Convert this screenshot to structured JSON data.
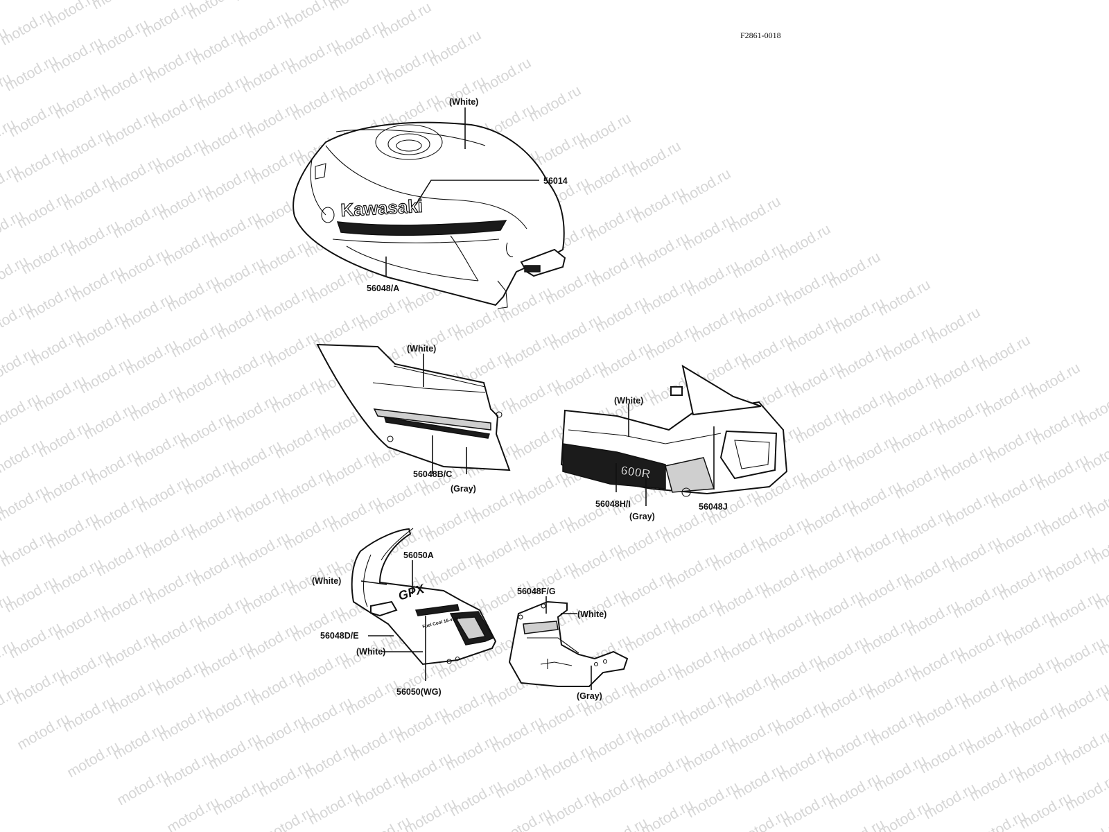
{
  "drawing_code": "F2861-0018",
  "watermark_text": "motod.ru",
  "decal_text": {
    "tank_brand": "Kawasaki",
    "tail_model": "600R",
    "fairing_model": "GPX",
    "fairing_small": "Fuel Cool 16-valve"
  },
  "labels": {
    "tank_color": "(White)",
    "tank_stripe": "56014",
    "tank_lower": "56048/A",
    "side_color_top": "(White)",
    "side_stripe": "56048B/C",
    "side_color_bottom": "(Gray)",
    "tail_color_top": "(White)",
    "tail_stripe": "56048H/I",
    "tail_color_bottom": "(Gray)",
    "tail_rear": "56048J",
    "fairing_emblem": "56050A",
    "fairing_color_top": "(White)",
    "fairing_stripe": "56048D/E",
    "fairing_color_lower": "(White)",
    "fairing_lower": "56050(WG)",
    "lowercowl_stripe": "56048F/G",
    "lowercowl_color_top": "(White)",
    "lowercowl_color_bottom": "(Gray)"
  }
}
